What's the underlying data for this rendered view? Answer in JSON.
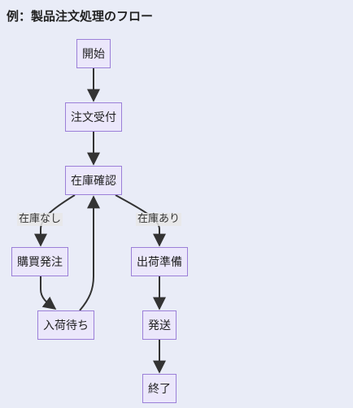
{
  "title": "例：製品注文処理のフロー",
  "nodes": {
    "start": "開始",
    "order_received": "注文受付",
    "stock_check": "在庫確認",
    "purchase_order": "購買発注",
    "await_arrival": "入荷待ち",
    "ship_prep": "出荷準備",
    "ship": "発送",
    "end": "終了"
  },
  "edges": {
    "no_stock": "在庫なし",
    "in_stock": "在庫あり"
  },
  "colors": {
    "background": "#e9ecf7",
    "node_fill": "#ebe7fb",
    "node_border": "#9b7fd8",
    "edge": "#333333"
  }
}
